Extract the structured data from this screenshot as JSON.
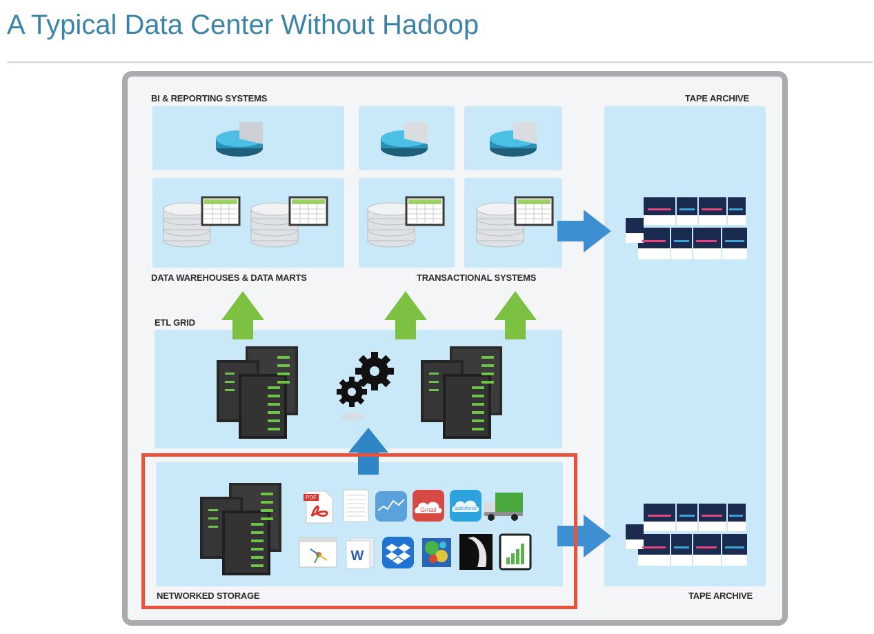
{
  "slide": {
    "title": "A Typical Data Center Without Hadoop"
  },
  "diagram": {
    "labels": {
      "bi_reporting": "BI & REPORTING SYSTEMS",
      "tape_archive_top": "TAPE ARCHIVE",
      "data_warehouses": "DATA WAREHOUSES & DATA MARTS",
      "transactional": "TRANSACTIONAL SYSTEMS",
      "etl_grid": "ETL GRID",
      "networked_storage": "NETWORKED STORAGE",
      "tape_archive_bottom": "TAPE ARCHIVE"
    },
    "icons": {
      "pdf": "PDF",
      "gmail": "Gmail",
      "salesforce": "salesforce"
    }
  },
  "colors": {
    "title": "#3b83a8",
    "panel": "#c9e8f8",
    "frame": "#a9abad",
    "green_arrow": "#7dc142",
    "blue_arrow": "#3d8fd1",
    "highlight": "#e8533b"
  }
}
